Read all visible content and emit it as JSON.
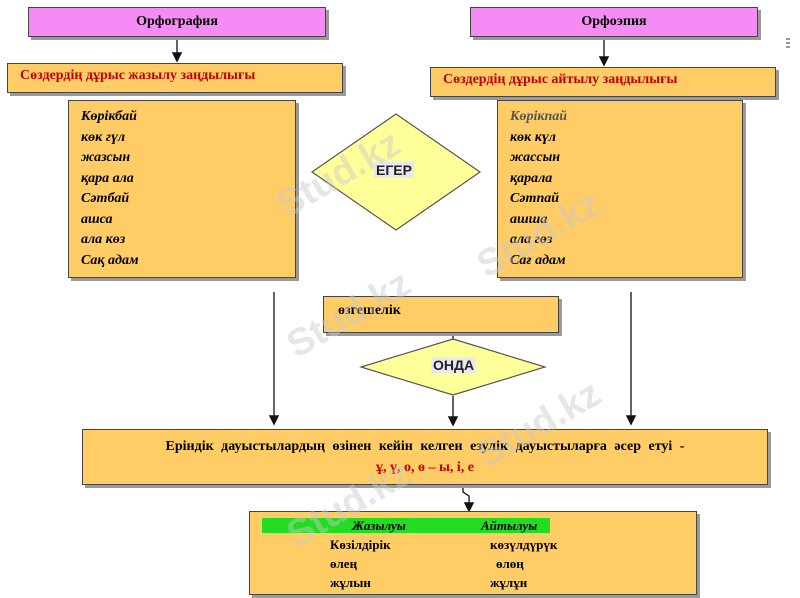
{
  "left": {
    "header": "Орфография",
    "rule": "Сөздердің дұрыс жазылу заңдылығы",
    "words": [
      "Көрікбай",
      "көк гүл",
      "жазсын",
      "қара ала",
      "Сәтбай",
      "ашса",
      "ала көз",
      "Сақ адам"
    ]
  },
  "right": {
    "header": "Орфоэпия",
    "rule": "Сөздердің дұрыс айтылу заңдылығы",
    "words": [
      "Көрікпай",
      "көк күл",
      "жассын",
      "қарала",
      "Сәтпай",
      "ашша",
      "ала гөз",
      "Сағ адам"
    ]
  },
  "diamond_if": "ЕГЕР",
  "feature": "өзгешелік",
  "diamond_then": "ОНДА",
  "conclusion": {
    "text": "Еріндік дауыстылардың өзінен кейін келген езулік дауыстыларға әсер етуі -",
    "vowels": "ұ, ү, о, ө – ы, і, е"
  },
  "table": {
    "header_written": "Жазылуы",
    "header_spoken": "Айтылуы",
    "rows": [
      [
        "Көзілдірік",
        "көзүлдүрүк"
      ],
      [
        "өлең",
        "өлөң"
      ],
      [
        "жұлын",
        "жұлұн"
      ]
    ]
  },
  "watermark": "Stud.kz",
  "colors": {
    "pink": "#f58cf5",
    "orange": "#ffcc66",
    "diamond": "#ffff99",
    "red_text": "#c00000",
    "table_header": "#22dd22"
  }
}
